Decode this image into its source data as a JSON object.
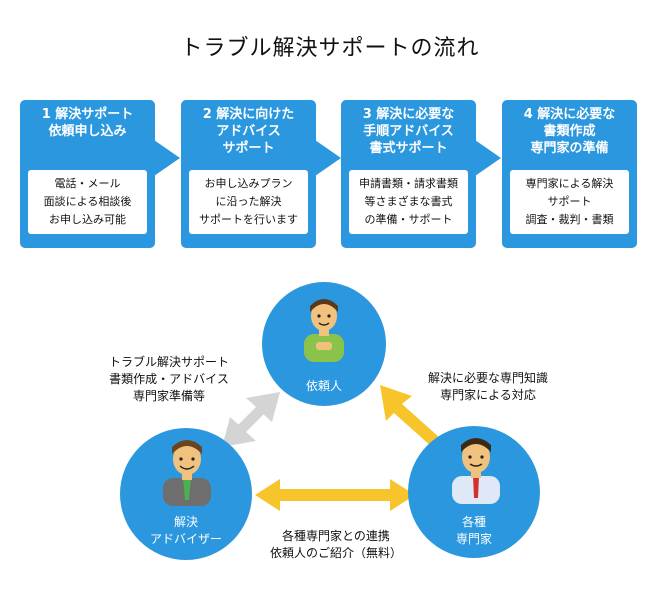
{
  "title": "トラブル解決サポートの流れ",
  "steps": [
    {
      "heading": "1 解決サポート\n依頼申し込み",
      "body": "電話・メール\n面談による相談後\nお申し込み可能"
    },
    {
      "heading": "2 解決に向けた\nアドバイス\nサポート",
      "body": "お申し込みプラン\nに沿った解決\nサポートを行います"
    },
    {
      "heading": "3 解決に必要な\n手順アドバイス\n書式サポート",
      "body": "申請書類・請求書類\n等さまざまな書式\nの準備・サポート"
    },
    {
      "heading": "4 解決に必要な\n書類作成\n専門家の準備",
      "body": "専門家による解決\nサポート\n調査・裁判・書類"
    }
  ],
  "nodes": {
    "client": "依頼人",
    "advisor": "解決\nアドバイザー",
    "expert": "各種\n専門家"
  },
  "flows": {
    "advisor_client": "トラブル解決サポート\n書類作成・アドバイス\n専門家準備等",
    "expert_client": "解決に必要な専門知識\n専門家による対応",
    "advisor_expert": "各種専門家との連携\n依頼人のご紹介（無料）"
  },
  "colors": {
    "primary_blue": "#2b97df",
    "gold_arrow": "#f7c52b",
    "gray_arrow": "#d4d4d4"
  }
}
